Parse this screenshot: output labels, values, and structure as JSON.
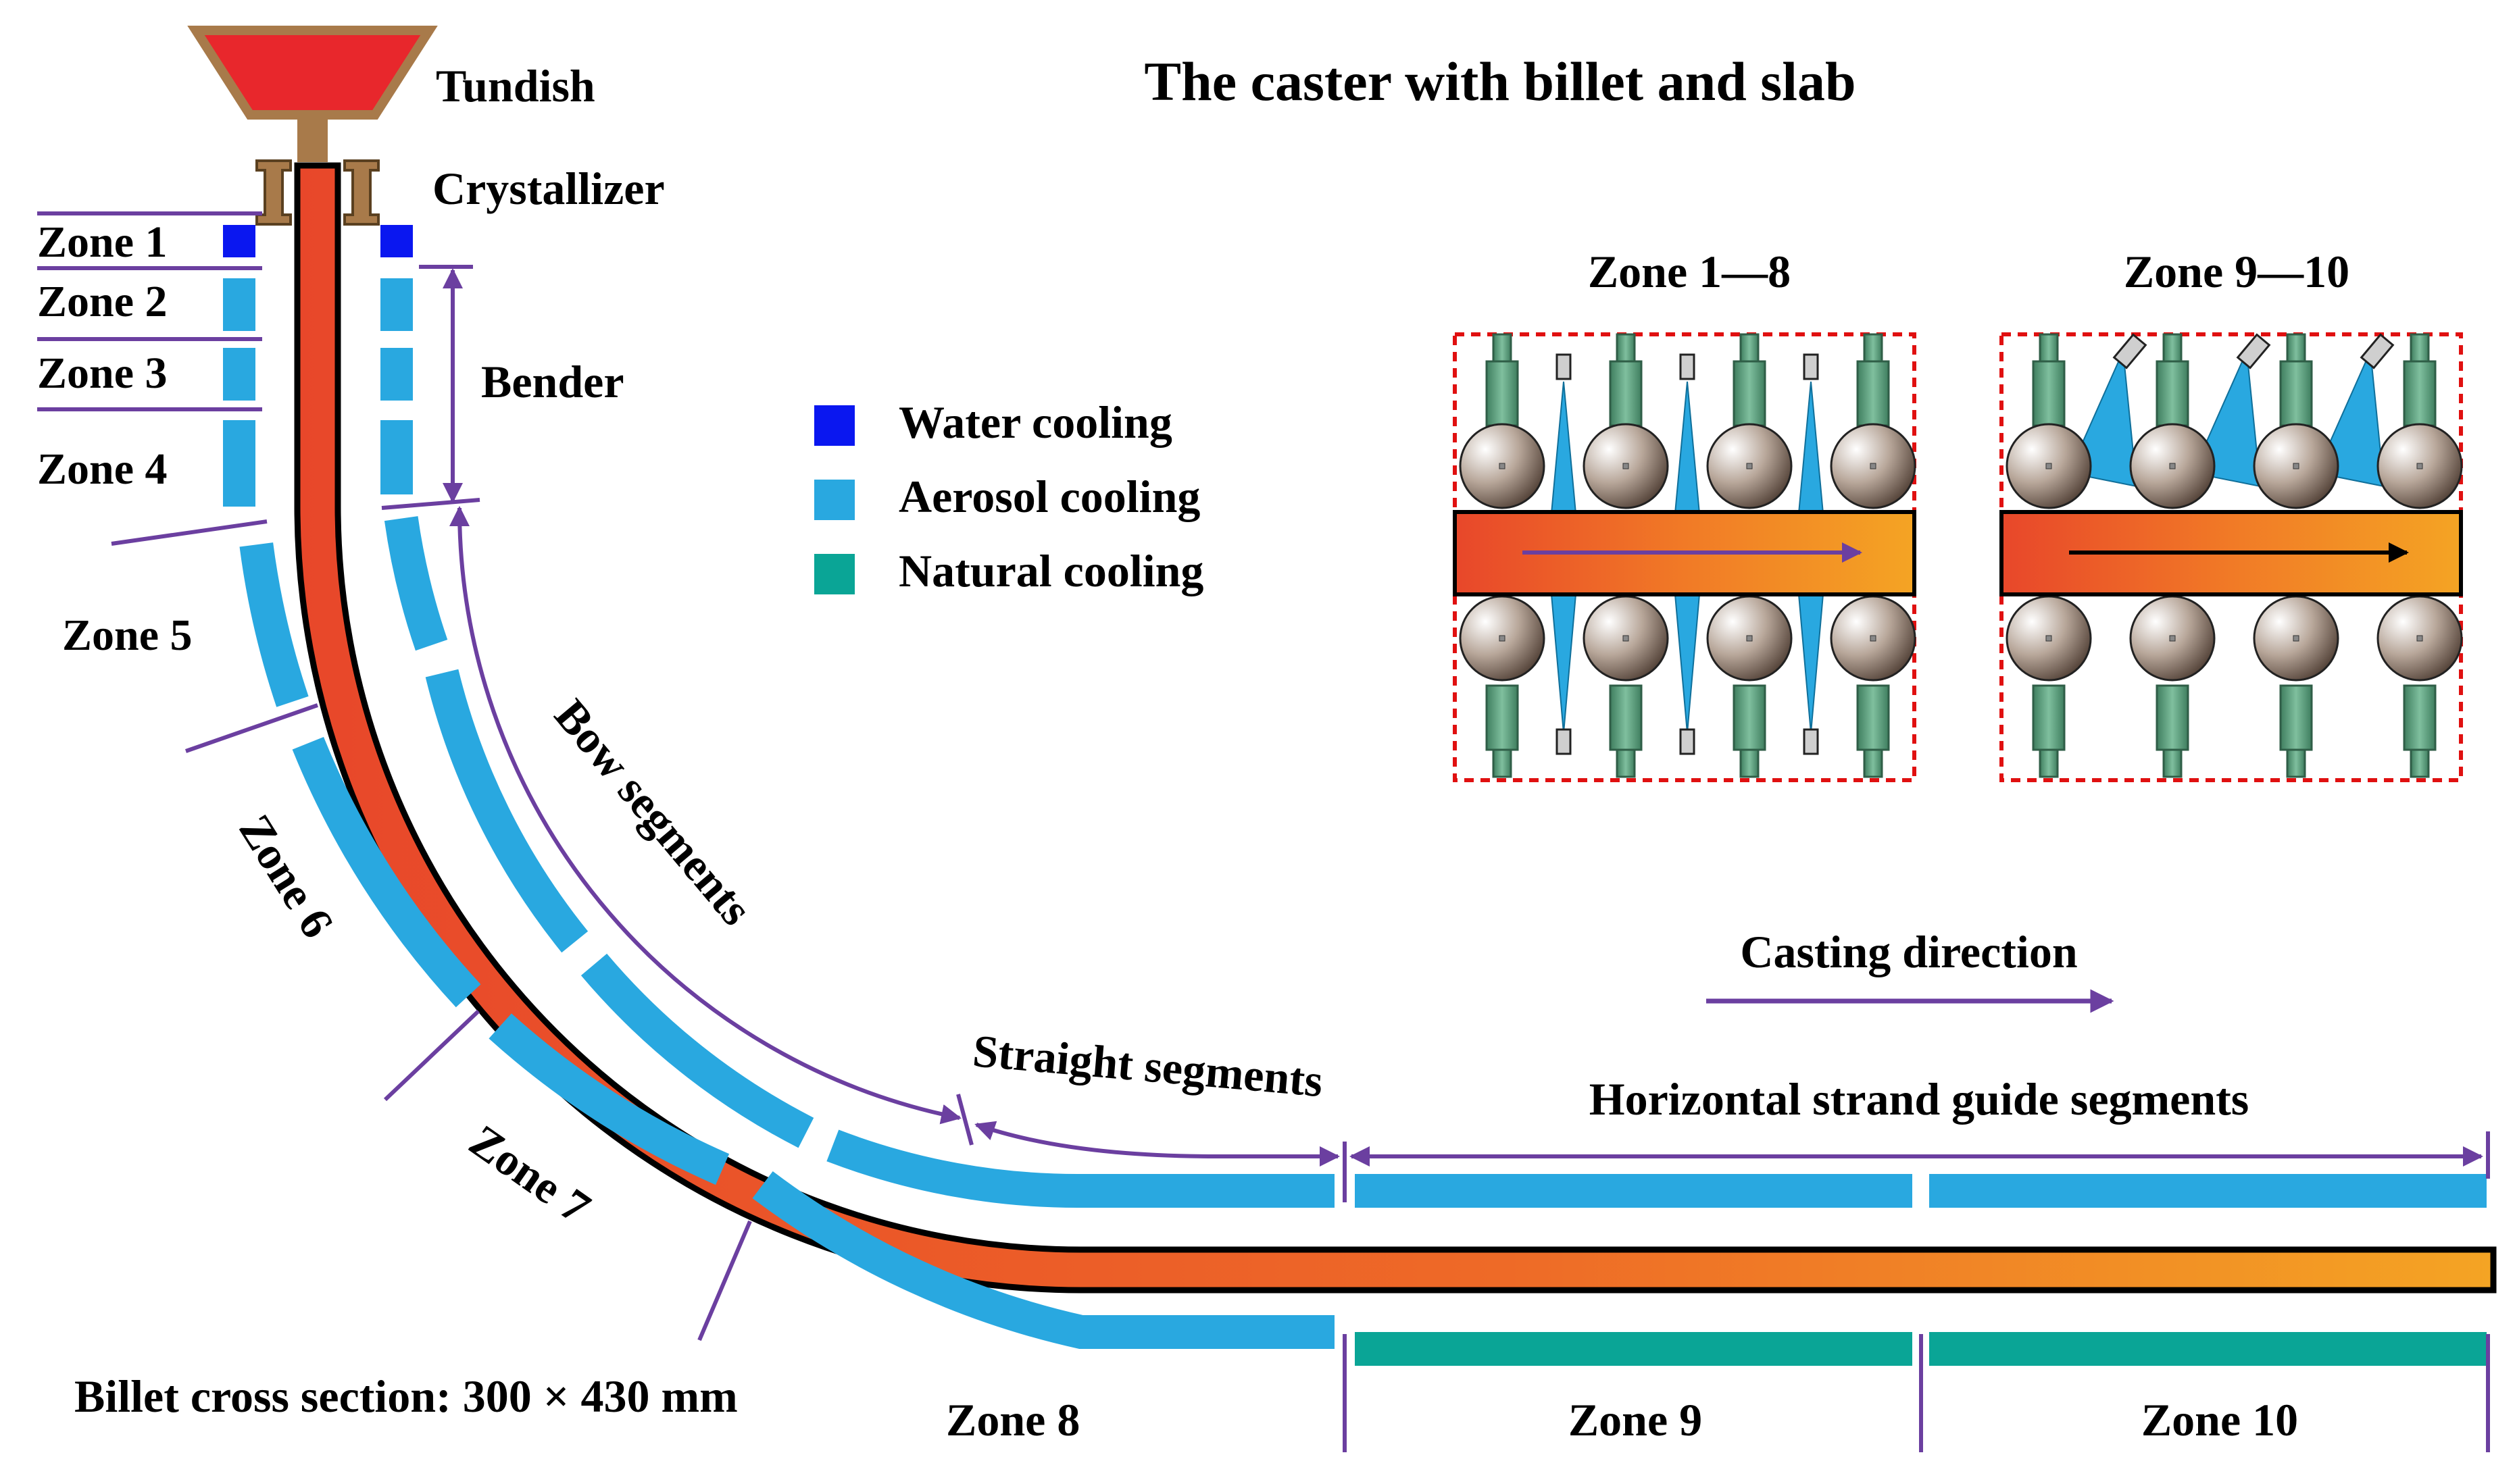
{
  "title": "The caster with billet and slab",
  "labels": {
    "tundish": "Tundish",
    "crystallizer": "Crystallizer",
    "bender": "Bender",
    "bow_segments": "Bow segments",
    "straight_segments": "Straight segments",
    "horizontal_segments": "Horizontal strand guide segments",
    "casting_direction": "Casting direction",
    "billet_cross_section": "Billet cross section: 300 × 430 mm"
  },
  "zones": {
    "zone1": "Zone 1",
    "zone2": "Zone 2",
    "zone3": "Zone 3",
    "zone4": "Zone 4",
    "zone5": "Zone 5",
    "zone6": "Zone 6",
    "zone7": "Zone 7",
    "zone8": "Zone 8",
    "zone9": "Zone 9",
    "zone10": "Zone 10"
  },
  "legend": [
    {
      "label": "Water cooling",
      "color": "#0a17f0"
    },
    {
      "label": "Aerosol cooling",
      "color": "#29a8e0"
    },
    {
      "label": "Natural cooling",
      "color": "#0aa596"
    }
  ],
  "insets": [
    {
      "title": "Zone 1—8",
      "spray": "both sides"
    },
    {
      "title": "Zone 9—10",
      "spray": "top only"
    }
  ],
  "colors": {
    "water": "#0a17f0",
    "aerosol": "#29a8e0",
    "natural": "#0aa596",
    "strand_start": "#e8472a",
    "strand_end": "#f4a424",
    "tundish": "#e8272c",
    "tundish_frame": "#a87a4a",
    "annotation": "#6b3fa0",
    "roller_support": "#5f9e7e",
    "inset_border": "#e01010"
  }
}
